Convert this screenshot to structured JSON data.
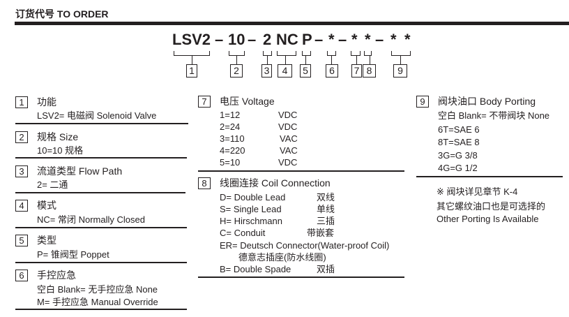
{
  "title": "订货代号 TO ORDER",
  "code": {
    "glyphs": [
      "LSV2",
      "–",
      "10",
      "–",
      "2",
      "NC",
      "P",
      "–",
      "*",
      "–",
      "*",
      "*",
      "–",
      "*",
      "*"
    ],
    "boxes": [
      "1",
      "2",
      "3",
      "4",
      "5",
      "6",
      "7",
      "8",
      "9"
    ]
  },
  "sections": {
    "s1": {
      "num": "1",
      "heading": "功能",
      "rows": [
        "LSV2= 电磁阀 Solenoid Valve"
      ]
    },
    "s2": {
      "num": "2",
      "heading": "规格 Size",
      "rows": [
        "10=10 规格"
      ]
    },
    "s3": {
      "num": "3",
      "heading": "流道类型 Flow Path",
      "rows": [
        "2= 二通"
      ]
    },
    "s4": {
      "num": "4",
      "heading": "模式",
      "rows": [
        "NC= 常闭 Normally Closed"
      ]
    },
    "s5": {
      "num": "5",
      "heading": "类型",
      "rows": [
        "P= 锥阀型 Poppet"
      ]
    },
    "s6": {
      "num": "6",
      "heading": "手控应急",
      "rows": [
        "空白 Blank= 无手控应急 None",
        "M= 手控应急 Manual Override"
      ]
    },
    "s7": {
      "num": "7",
      "heading": "电压 Voltage",
      "rows": [
        {
          "code": "1=12",
          "unit": "VDC"
        },
        {
          "code": "2=24",
          "unit": "VDC"
        },
        {
          "code": "3=110",
          "unit": "VAC"
        },
        {
          "code": "4=220",
          "unit": "VAC"
        },
        {
          "code": "5=10",
          "unit": "VDC"
        }
      ]
    },
    "s8": {
      "num": "8",
      "heading": "线圈连接 Coil Connection",
      "rows": [
        {
          "en": "D= Double Lead",
          "cn": "双线"
        },
        {
          "en": "S= Single Lead",
          "cn": "单线"
        },
        {
          "en": "H= Hirschmann",
          "cn": "三插"
        },
        {
          "en": "C= Conduit",
          "cn": "带嵌套"
        },
        {
          "en": "ER= Deutsch Connector(Water-proof Coil)",
          "cn": "德意志插座(防水线圈)"
        },
        {
          "en": "B= Double Spade",
          "cn": "双插"
        }
      ]
    },
    "s9": {
      "num": "9",
      "heading": "阀块油口 Body Porting",
      "rows": [
        "空白 Blank= 不带阀块 None",
        "6T=SAE 6",
        "8T=SAE 8",
        "3G=G 3/8",
        "4G=G 1/2"
      ]
    }
  },
  "notes": [
    "※ 阀块详见章节 K-4",
    "其它螺纹油口也是可选择的",
    "Other Porting Is Available"
  ]
}
